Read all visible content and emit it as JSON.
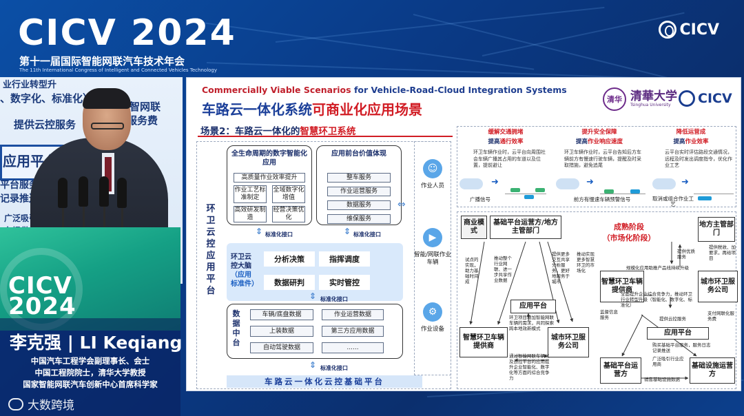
{
  "event": {
    "logo_text": "CICV 2024",
    "title_cn": "第十一届国际智能网联汽车技术年会",
    "title_en": "The 11th International Congress of Intelligent and Connected Vehicles Technology",
    "corner_logo": "CICV"
  },
  "backdrop": {
    "lines": [
      "业行业转型升",
      "、数字化、标准化）",
      "智网联",
      "服务费",
      "提供云控服务",
      "应用平台",
      "平台服务，",
      "记录推送",
      "广泛吸引",
      "台提供"
    ]
  },
  "podium": {
    "logo_line1": "CICV",
    "logo_line2": "2024"
  },
  "speaker": {
    "name": "李克强 | LI Keqiang",
    "titles": [
      "中国汽车工程学会副理事长、会士",
      "中国工程院院士，清华大学教授",
      "国家智能网联汽车创新中心首席科学家"
    ]
  },
  "watermark": {
    "text": "大数跨境"
  },
  "slide": {
    "title_en_prefix": "Commercially Viable Scenarios",
    "title_en_suffix": " for Vehicle-Road-Cloud Integration Systems",
    "title_cn_prefix": "车路云一体化系统",
    "title_cn_suffix": "可商业化应用场景",
    "tsinghua_cn": "清華大学",
    "tsinghua_en": "Tsinghua University",
    "tsinghua_seal": "清华",
    "cicv": "CICV",
    "scene_prefix": "场景2：车路云一体化的",
    "scene_suffix": "智慧环卫系统",
    "arch": {
      "side_label": "环卫云控应用平台",
      "lifecycle_header": "全生命周期的数字智能化应用",
      "lifecycle_items": [
        "高质量作业效率提升",
        "作业工艺标准制定",
        "全域数字化增值",
        "高效研发制造",
        "经营决策优化"
      ],
      "front_header": "应用前台价值体现",
      "front_items": [
        "整车服务",
        "作业运营服务",
        "数据服务",
        "维保服务"
      ],
      "interface": "标准化接口",
      "brain_label_1": "环卫云控大脑",
      "brain_label_2": "（应用标准件）",
      "brain_items": [
        "分析决策",
        "指挥调度",
        "数据研判",
        "实时管控"
      ],
      "data_label": "数据中台",
      "data_items": [
        "车辆/底盘数据",
        "作业运营数据",
        "上装数据",
        "第三方应用数据",
        "自动驾驶数据",
        "......"
      ],
      "base_bar": "车路云一体化云控基础平台"
    },
    "roles": [
      "作业人员",
      "智能/网联作业车辆",
      "作业设备"
    ],
    "values": [
      {
        "header_red": "缓解交通拥堵",
        "header_blue_prefix": "提高",
        "header_blue_red": "通行效率",
        "text": "环卫车辆作业时，云平台向周围社会车辆广播其占用的车道以及位置，提前避让",
        "caption": "广播信号"
      },
      {
        "header_red": "提升安全保障",
        "header_blue_prefix": "提高",
        "header_blue_red": "作业响应速度",
        "text": "环卫车辆作业时，云平台告知后方车辆前方有慢速行驶车辆，提醒及时采取措施，避免追尾",
        "caption": "前方有慢速车辆预警信号"
      },
      {
        "header_red": "降低运营成",
        "header_blue_prefix": "提高",
        "header_blue_red": "作业效率",
        "text": "云平台实时评估路段交通情况，远程及时发出调度指令，优化作业工艺",
        "caption": "取消或组合作业工艺"
      }
    ],
    "biz": {
      "model_label": "商业模式",
      "top_box": "基础平台运营方/地方主管部门",
      "stage_label": "成熟阶段",
      "stage_sub": "（市场化阶段）",
      "local_gov": "地方主管部门",
      "provide_opt": "提供优质服务",
      "provide_tax": "提供税收、加要求，再给项目",
      "app_platform_1": "应用平台",
      "supplier_1": "智慧环卫车辆提供商",
      "city_service_1": "城市环卫服务公司",
      "supplier_2": "智慧环卫车辆提供商",
      "city_service_2": "城市环卫服务公司",
      "app_platform_2": "应用平台",
      "base_operator": "基础平台运营方",
      "infra_operator": "基础设施运营方",
      "note_pay": "支付网联化服务费",
      "note_cloud": "提供云控服务",
      "note_buy": "购买基础平台服务，服务日志记录推送",
      "note_ad": "广泛吸引行业应用商",
      "note_sales": "销售基础设施数据",
      "note_supervise": "监督信息服务",
      "note_upgrade": "规模化应用助推产品线持续升级",
      "note_compete": "全面提升企业综合竞争力，推动环卫行业转型升级（智能化、数字化、标准化）",
      "note_center": "环卫项目增加智能网联车辆的需求，共同探索跨本地效新模式",
      "note_bottom": "通过智能网联车辆以及云控平台的应用提升企业智能化、数字化等方面的综合竞争力",
      "note_left_diag": "试点的实现，助力基础时间成",
      "note_mid_diag_1": "推动整个行业网联、进一步共享作业数据",
      "note_mid_diag_2": "提供更多交互共享分析服务，更好地服务于城市",
      "note_right_diag": "推动实现更多智慧环卫的市场化"
    }
  }
}
